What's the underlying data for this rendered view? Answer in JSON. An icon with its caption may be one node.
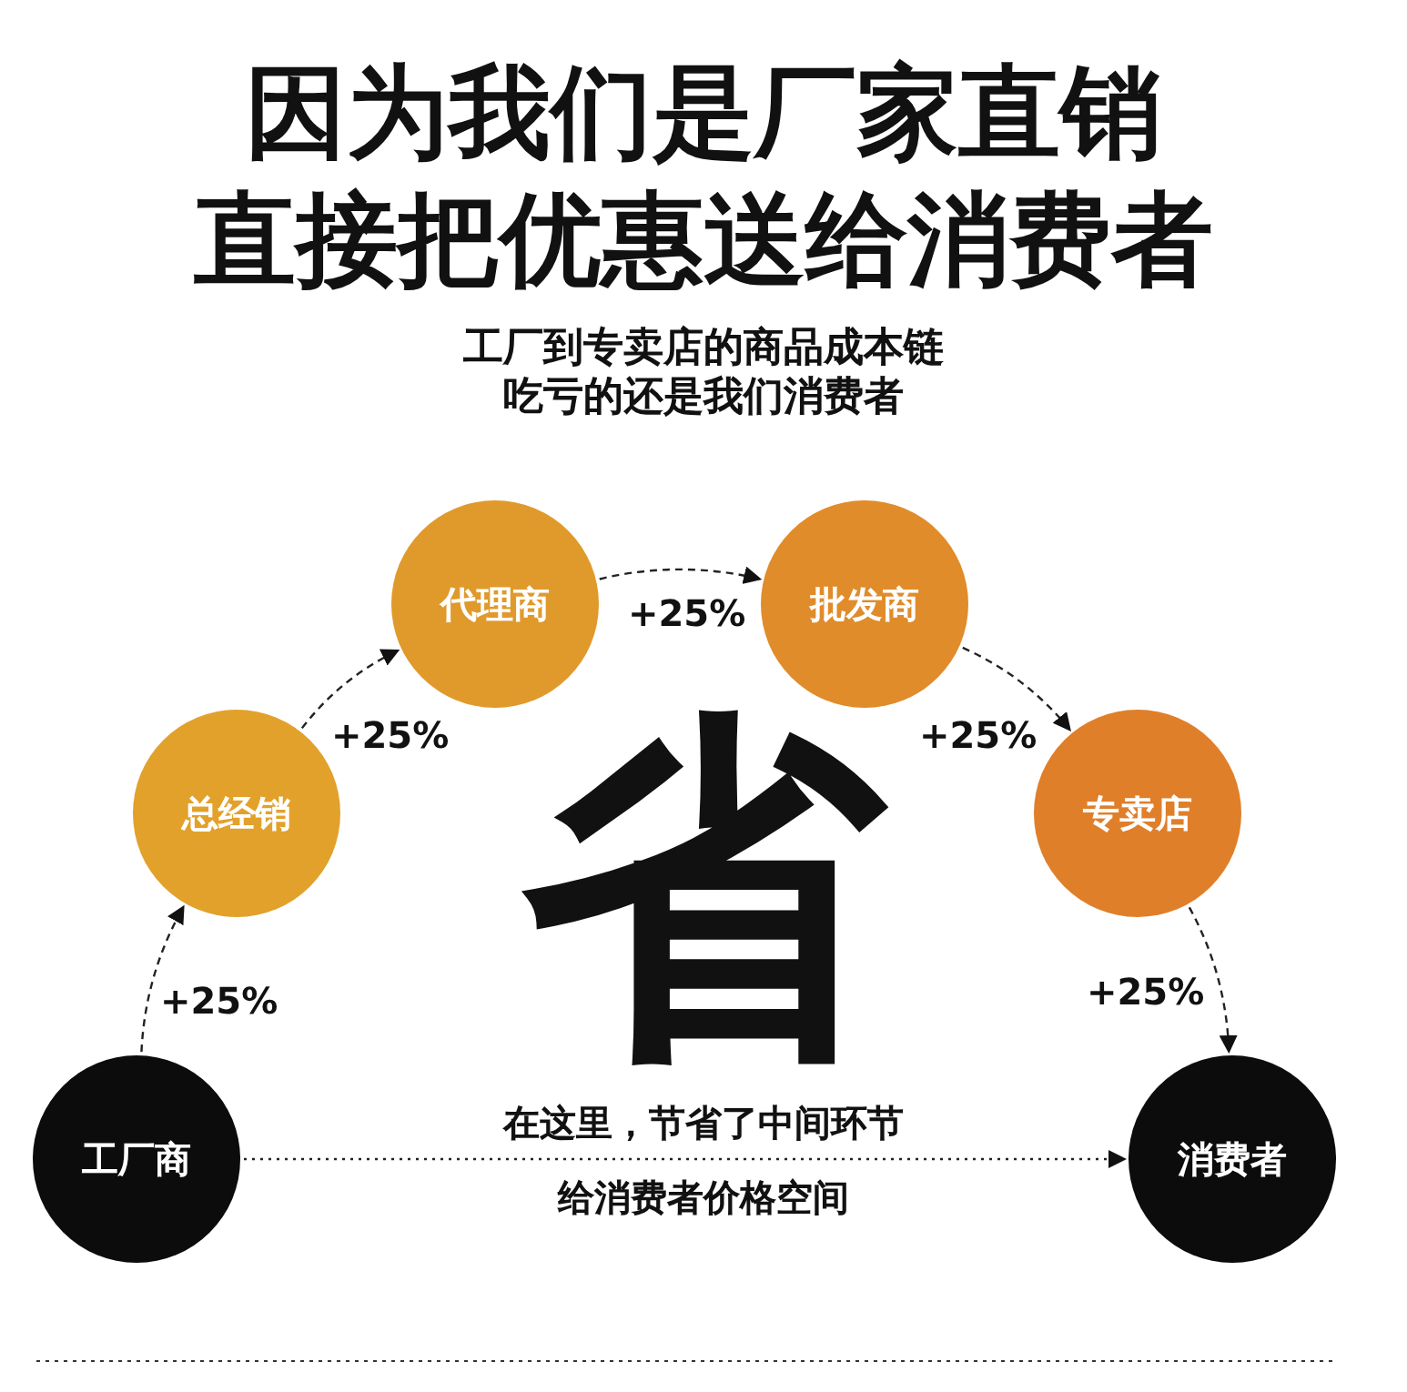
{
  "diagram": {
    "title": "因为我们是厂家直销",
    "nodes": [
      {
        "text": [
          "工厂商"
        ]
      },
      {
        "text": [
          "总经销"
        ]
      },
      {
        "text": [
          "代理商"
        ]
      },
      {
        "text": [
          "批发商"
        ]
      },
      {
        "text": [
          "专卖店"
        ]
      },
      {
        "text": [
          "消费者"
        ]
      }
    ],
    "edges": [
      {
        "from": 0,
        "to": 1,
        "arrow": "to",
        "style": "dashed",
        "label": "+25%"
      },
      {
        "from": 1,
        "to": 2,
        "arrow": "to",
        "style": "dashed",
        "label": "+25%"
      },
      {
        "from": 2,
        "to": 3,
        "arrow": "to",
        "style": "dashed",
        "label": "+25%"
      },
      {
        "from": 3,
        "to": 4,
        "arrow": "to",
        "style": "dashed",
        "label": "+25%"
      },
      {
        "from": 4,
        "to": 5,
        "arrow": "to",
        "style": "dashed",
        "label": "+25%"
      },
      {
        "from": 0,
        "to": 5,
        "arrow": "to"
      }
    ],
    "labels": [
      "直接把优惠送给消费者",
      "工厂到专卖店的商品成本链",
      "吃亏的还是我们消费者",
      "省",
      "在这里，节省了中间环节",
      "给消费者价格空间"
    ]
  }
}
